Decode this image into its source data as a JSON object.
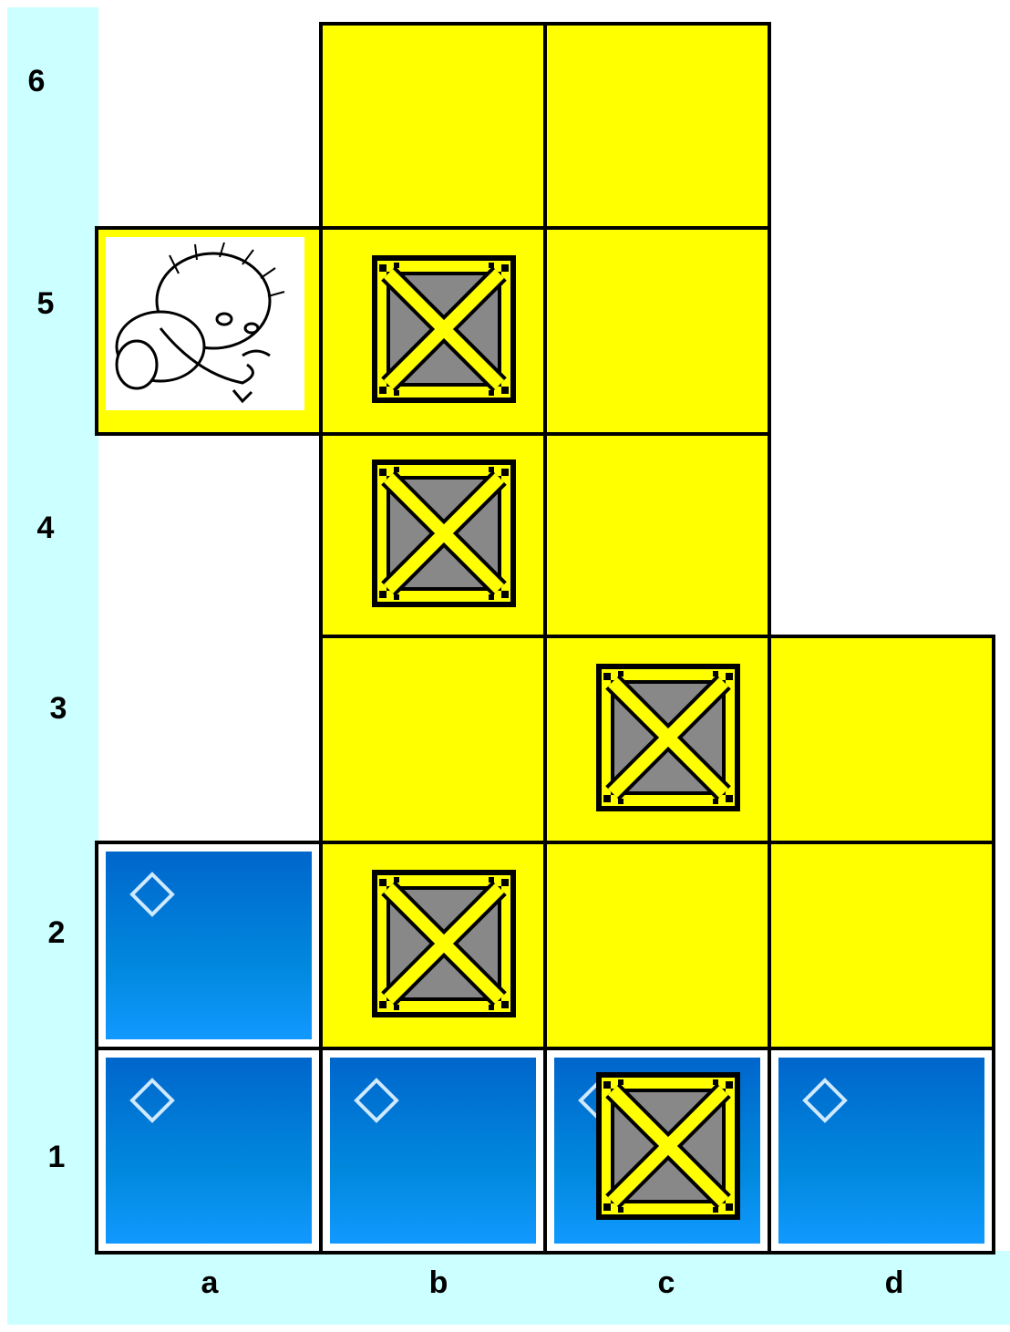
{
  "board": {
    "rank_labels": [
      "6",
      "5",
      "4",
      "3",
      "2",
      "1"
    ],
    "file_labels": [
      "a",
      "b",
      "c",
      "d"
    ]
  },
  "colors": {
    "floor": "#ffff00",
    "target_blue": "#0077dd",
    "label_band": "#ccffff",
    "crate_gray": "#888888"
  },
  "pieces": {
    "player": "a5",
    "crates": [
      "b5",
      "b4",
      "c3",
      "b2",
      "c1"
    ],
    "targets": [
      "a2",
      "a1",
      "b1",
      "c1",
      "d1"
    ]
  }
}
